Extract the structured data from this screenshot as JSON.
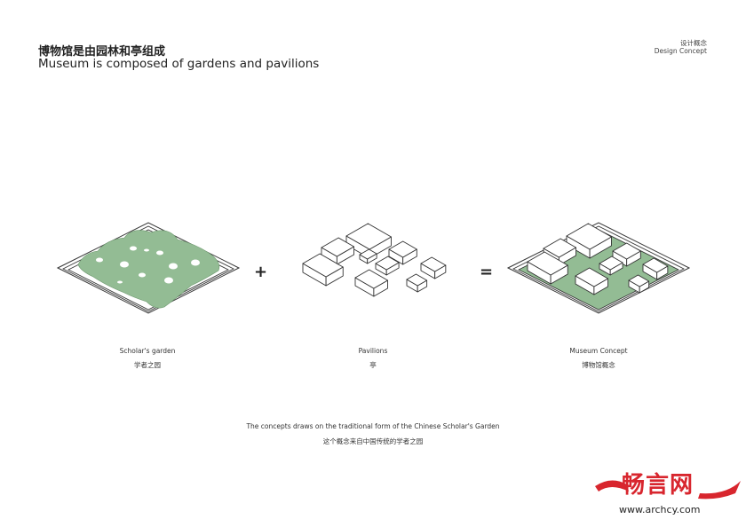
{
  "header": {
    "title_cn": "博物馆是由园林和亭组成",
    "title_en": "Museum is composed of gardens and pavilions",
    "section_cn": "设计概念",
    "section_en": "Design Concept"
  },
  "diagram": {
    "operators": {
      "plus": "+",
      "equals": "="
    },
    "items": [
      {
        "label_en": "Scholar's garden",
        "label_cn": "学者之园"
      },
      {
        "label_en": "Pavilions",
        "label_cn": "亭"
      },
      {
        "label_en": "Museum Concept",
        "label_cn": "博物馆概念"
      }
    ],
    "colors": {
      "garden_green": "#93bc94",
      "outline": "#333333"
    }
  },
  "footer": {
    "caption_en": "The concepts draws on the traditional form of the Chinese Scholar's Garden",
    "caption_cn": "这个概念来自中国传统的学者之园"
  },
  "watermark": {
    "brand_cn": "畅言网",
    "url": "www.archcy.com",
    "color": "#d8262e"
  }
}
